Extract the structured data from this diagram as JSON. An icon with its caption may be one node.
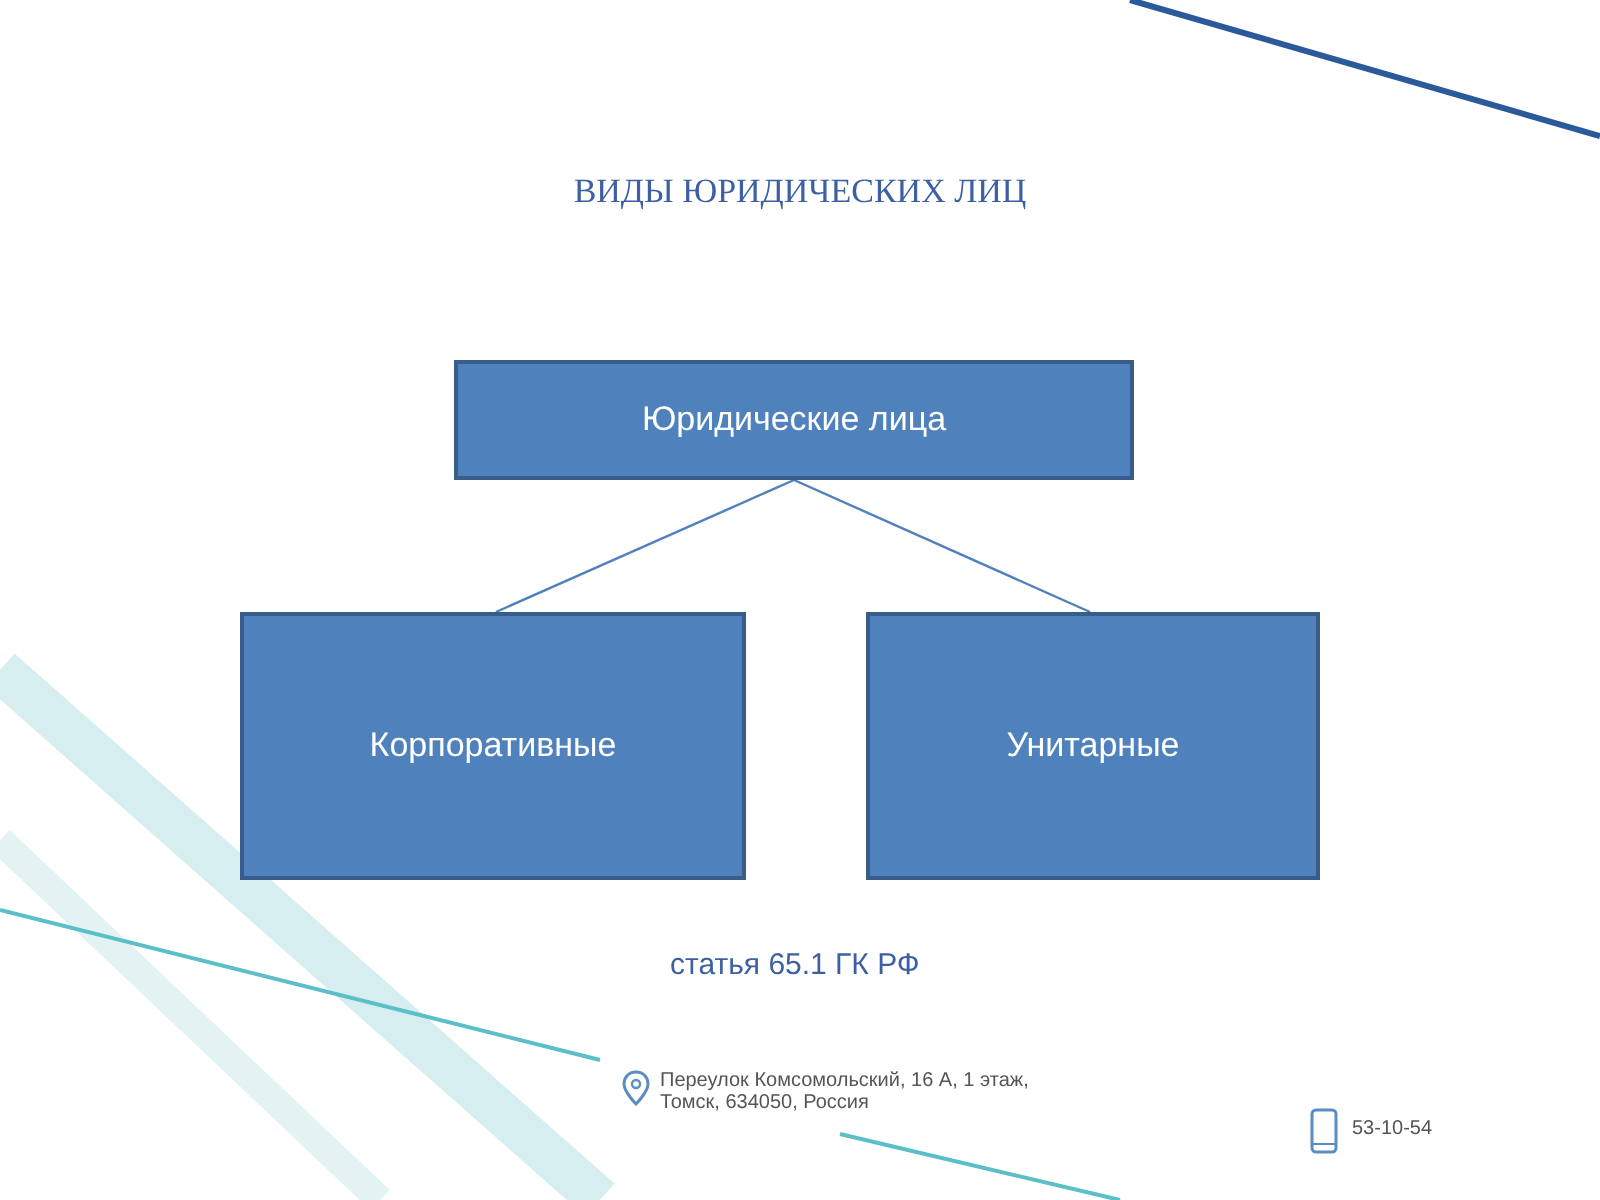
{
  "diagram": {
    "title": "ВИДЫ ЮРИДИЧЕСКИХ ЛИЦ",
    "nodes": [
      {
        "text": [
          "Юридические лица"
        ]
      },
      {
        "text": [
          "Корпоративные"
        ]
      },
      {
        "text": [
          "Унитарные"
        ]
      }
    ],
    "edges": [
      {
        "from": 0,
        "to": 1,
        "arrow": "none"
      },
      {
        "from": 0,
        "to": 2,
        "arrow": "none"
      }
    ],
    "labels": [
      "статья 65.1 ГК РФ",
      "Переулок Комсомольский, 16 А, 1 этаж, Томск, 634050, Россия",
      "53-10-54"
    ]
  }
}
